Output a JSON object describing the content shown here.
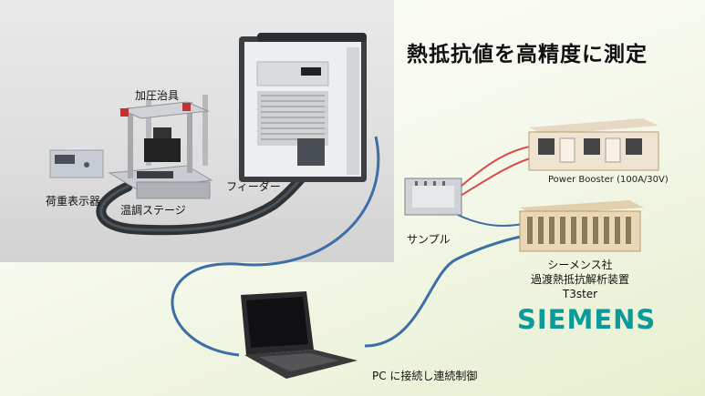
{
  "title": "熱抵抗値を高精度に測定",
  "labels": {
    "press_jig": "加圧治具",
    "load_display": "荷重表示器",
    "temp_stage": "温調ステージ",
    "feeder": "フィーダー",
    "sample": "サンプル",
    "pc_connection": "PC に接続し連続制御"
  },
  "power_booster": "Power Booster (100A/30V)",
  "analyzer": {
    "maker": "シーメンス社",
    "name": "過渡熱抵抗解析装置",
    "model": "T3ster"
  },
  "brand": "SIEMENS",
  "colors": {
    "brand": "#0a9a9a",
    "cable_blue": "#3d6ea5",
    "cable_red": "#d94a4a"
  }
}
